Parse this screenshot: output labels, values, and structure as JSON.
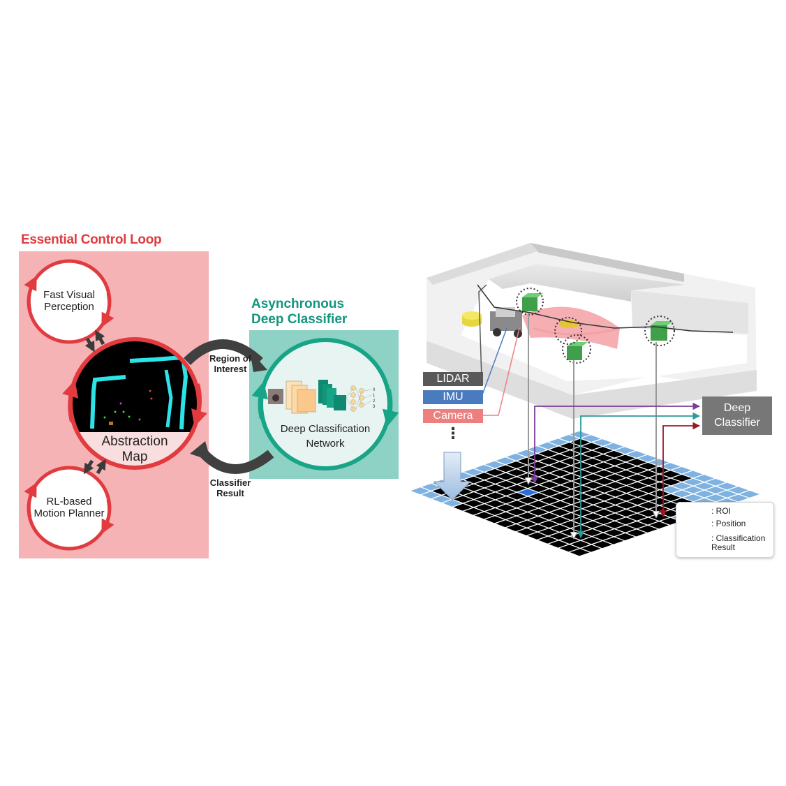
{
  "left_panel": {
    "title": "Essential Control Loop",
    "fast_visual_perception": "Fast Visual\nPerception",
    "abstraction_map": "Abstraction\nMap",
    "rl_motion_planner": "RL-based\nMotion Planner",
    "colors": {
      "panel_bg": "#f5b3b5",
      "loop_red": "#e13b3f",
      "map_cyan": "#2de3e8"
    }
  },
  "middle_panel": {
    "title": "Asynchronous\nDeep Classifier",
    "region_of_interest": "Region of\nInterest",
    "classifier_result": "Classifier\nResult",
    "network_label": "Deep Classification\nNetwork",
    "colors": {
      "panel_bg": "#8ed1c5",
      "loop_green": "#17a487"
    }
  },
  "right_panel": {
    "sensors": [
      {
        "label": "LIDAR",
        "color": "#595959"
      },
      {
        "label": "IMU",
        "color": "#4b7bbf"
      },
      {
        "label": "Camera",
        "color": "#ee7f7f"
      }
    ],
    "ellipsis": "⋮",
    "deep_classifier": "Deep\nClassifier",
    "legend": {
      "roi": ": ROI",
      "position": ": Position",
      "classification_result": ": Classification\nResult"
    },
    "colors": {
      "arrow_purple": "#7a3d9a",
      "arrow_teal": "#2a9a9a",
      "arrow_red": "#a01820",
      "grid_blue": "#7fb2e0"
    }
  }
}
